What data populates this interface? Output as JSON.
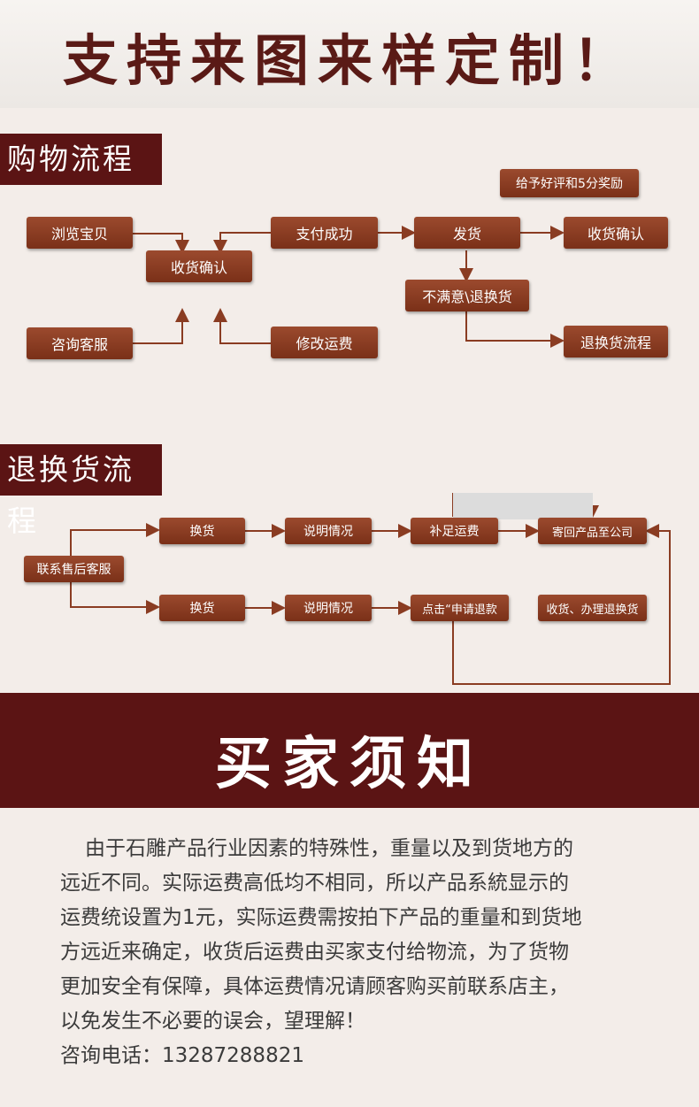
{
  "header": {
    "title": "支持来图来样定制！"
  },
  "purchase_flow": {
    "section_title": "购物流程",
    "reward": "给予好评和5分奖励",
    "steps": {
      "browse": "浏览宝贝",
      "confirm_receipt_left": "收货确认",
      "consult": "咨询客服",
      "payment_success": "支付成功",
      "modify_shipping": "修改运费",
      "ship": "发货",
      "unsatisfied": "不满意\\退换货",
      "confirm_receipt_right": "收货确认",
      "return_process": "退换货流程"
    }
  },
  "return_flow": {
    "section_title": "退换货流程",
    "contact": "联系售后客服",
    "exchange_top": "换货",
    "explain_top": "说明情况",
    "add_shipping": "补足运费",
    "send_back": "寄回产品至公司",
    "exchange_bottom": "换货",
    "explain_bottom": "说明情况",
    "apply_refund": "点击“申请退款",
    "receive_process": "收货、办理退换货"
  },
  "notice": {
    "title": "买家须知",
    "lines": [
      "由于石雕产品行业因素的特殊性，重量以及到货地方的",
      "远近不同。实际运费高低均不相同，所以产品系統显示的",
      "运费统设置为1元，实际运费需按拍下产品的重量和到货地",
      "方远近来确定，收货后运费由买家支付给物流，为了货物",
      "更加安全有保障，具体运费情况请顾客购买前联系店主，",
      "以免发生不必要的误会，望理解！",
      "咨询电话：13287288821"
    ]
  },
  "colors": {
    "accent": "#5b1414",
    "box": "#8a3c22",
    "line": "#8a3c22"
  }
}
